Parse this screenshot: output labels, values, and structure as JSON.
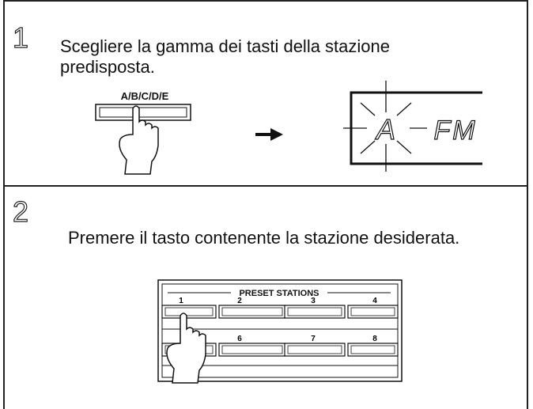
{
  "step1": {
    "number": "1",
    "instruction": "Scegliere la gamma dei tasti della stazione predisposta.",
    "button_label": "A/B/C/D/E",
    "display": {
      "band_letter": "A",
      "band_mode": "FM"
    }
  },
  "step2": {
    "number": "2",
    "instruction": "Premere il tasto contenente la stazione desiderata.",
    "panel_title": "PRESET STATIONS",
    "row1_labels": [
      "1",
      "2",
      "3",
      "4"
    ],
    "row2_labels": [
      "6",
      "7",
      "8"
    ]
  },
  "icons": [
    "finger-press-icon",
    "arrow-right-icon",
    "blink-rays-icon"
  ]
}
